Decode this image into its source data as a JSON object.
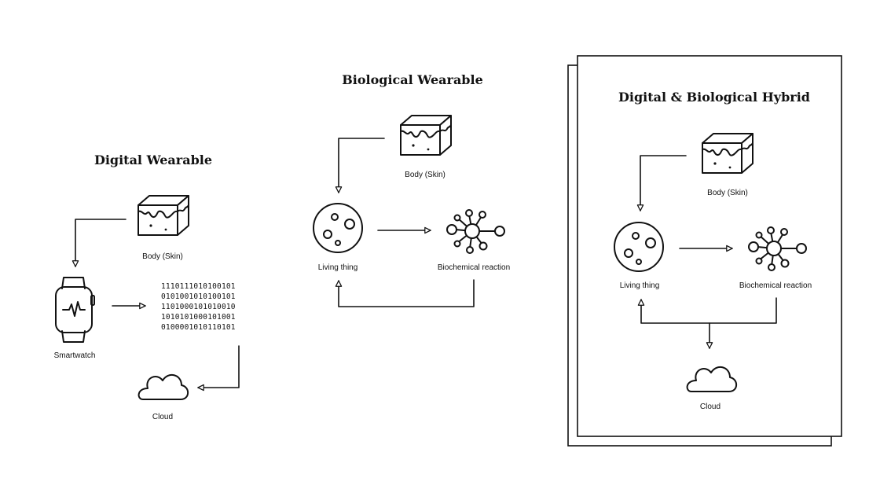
{
  "panels": {
    "digital": {
      "title": "Digital Wearable",
      "body": "Body (Skin)",
      "device": "Smartwatch",
      "binary": [
        "1110111010100101",
        "0101001010100101",
        "1101000101010010",
        "1010101000101001",
        "0100001010110101"
      ],
      "cloud": "Cloud"
    },
    "biological": {
      "title": "Biological Wearable",
      "body": "Body (Skin)",
      "living": "Living thing",
      "reaction": "Biochemical reaction"
    },
    "hybrid": {
      "title": "Digital & Biological Hybrid",
      "body": "Body (Skin)",
      "living": "Living thing",
      "reaction": "Biochemical reaction",
      "cloud": "Cloud"
    }
  }
}
